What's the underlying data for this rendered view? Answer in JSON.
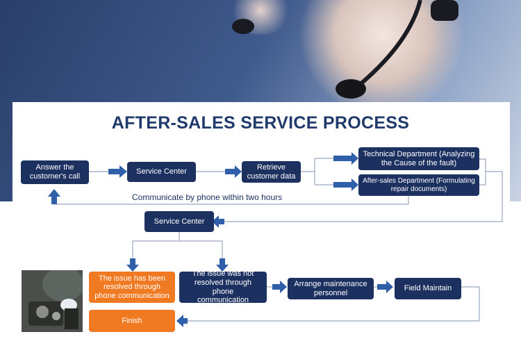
{
  "title": "AFTER-SALES SERVICE PROCESS",
  "nodes": {
    "answer_call": "Answer the customer's call",
    "service_center_1": "Service Center",
    "retrieve_data": "Retrieve customer data",
    "technical_dept": "Technical Department (Analyzing the Cause of the fault)",
    "after_sales_dept": "After-sales Department (Formulating repair documents)",
    "service_center_2": "Service Center",
    "resolved_phone": "The issue has been resolved through phone communication",
    "not_resolved_phone": "The issue was not resolved through phone communication",
    "arrange_personnel": "Arrange maintenance personnel",
    "field_maintain": "Field Maintain",
    "finish": "Finish"
  },
  "note": "Communicate by phone within two hours",
  "colors": {
    "navy": "#1d3160",
    "orange": "#f07a22",
    "arrow": "#2f5fa8",
    "line": "#9aa8bd",
    "title": "#1f3a6b"
  }
}
